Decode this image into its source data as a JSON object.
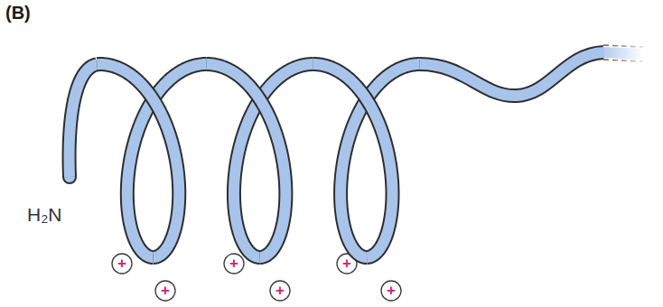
{
  "diagram": {
    "labels": [
      "(B)",
      "H₂N",
      "+",
      "+",
      "+",
      "+",
      "+",
      "+"
    ]
  }
}
